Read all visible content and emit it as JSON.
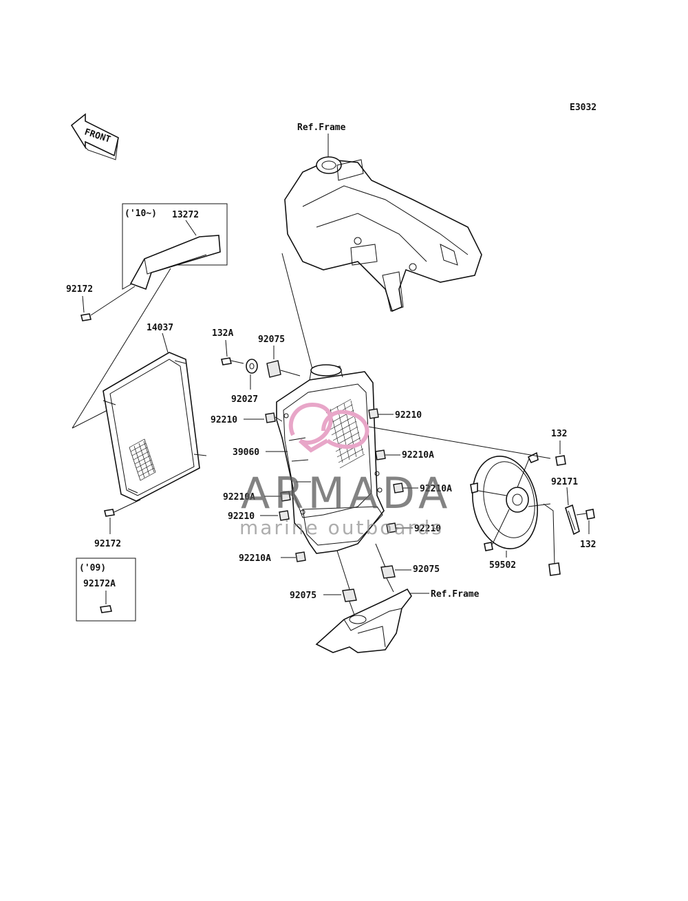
{
  "diagram_code": "E3032",
  "front_label": "FRONT",
  "ref_frame_top": "Ref.Frame",
  "ref_frame_bottom": "Ref.Frame",
  "box_2010": {
    "label": "('10~)",
    "part": "13272"
  },
  "box_2009": {
    "label": "('09)",
    "part": "92172A"
  },
  "labels": {
    "p92172_top": "92172",
    "p14037": "14037",
    "p132A": "132A",
    "p92075_top": "92075",
    "p92027": "92027",
    "p92210_left": "92210",
    "p39060": "39060",
    "p92210A_left1": "92210A",
    "p92210_left2": "92210",
    "p92210A_left2": "92210A",
    "p92172_bottom": "92172",
    "p92210_right": "92210",
    "p92210A_right1": "92210A",
    "p92210A_right2": "92210A",
    "p92210_right2": "92210",
    "p92075_right": "92075",
    "p92075_bottom": "92075",
    "p132_top": "132",
    "p92171": "92171",
    "p132_right": "132",
    "p59502": "59502"
  },
  "watermark": {
    "title": "ARMADA",
    "subtitle": "marine outboards"
  },
  "colors": {
    "line": "#111111",
    "watermark_logo": "#e8a6c8",
    "watermark_text": "#5a5a5a"
  }
}
